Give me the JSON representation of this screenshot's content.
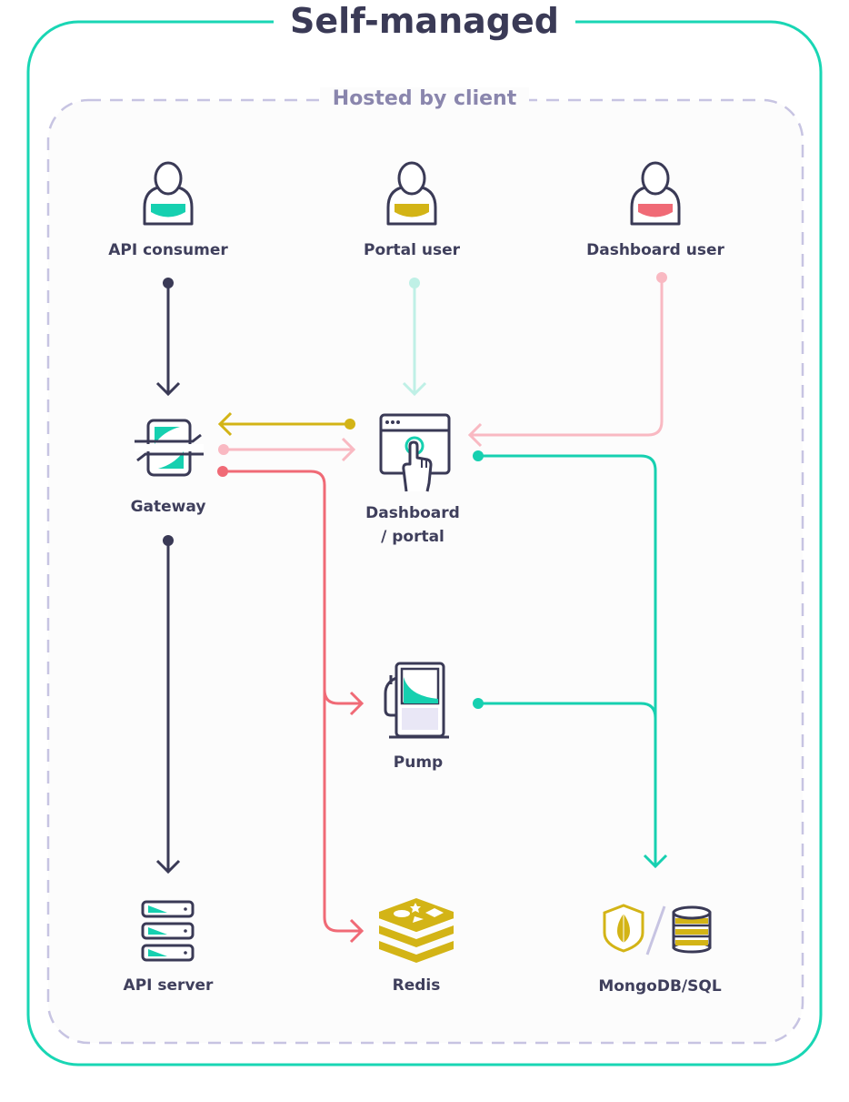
{
  "title": "Self-managed",
  "zone_label": "Hosted by client",
  "nodes": {
    "api_consumer": "API consumer",
    "portal_user": "Portal user",
    "dashboard_user": "Dashboard user",
    "gateway": "Gateway",
    "dashboard_line1": "Dashboard",
    "dashboard_line2": "/ portal",
    "pump": "Pump",
    "api_server": "API server",
    "redis": "Redis",
    "database": "MongoDB/SQL"
  },
  "colors": {
    "outer_border": "#19d6b4",
    "dashed_border": "#c7c4e2",
    "ink": "#3a3a56",
    "teal": "#16d0b0",
    "mustard": "#d3b416",
    "coral": "#f06a76",
    "pink": "#f9b9c2",
    "mint": "#bff0e6"
  }
}
